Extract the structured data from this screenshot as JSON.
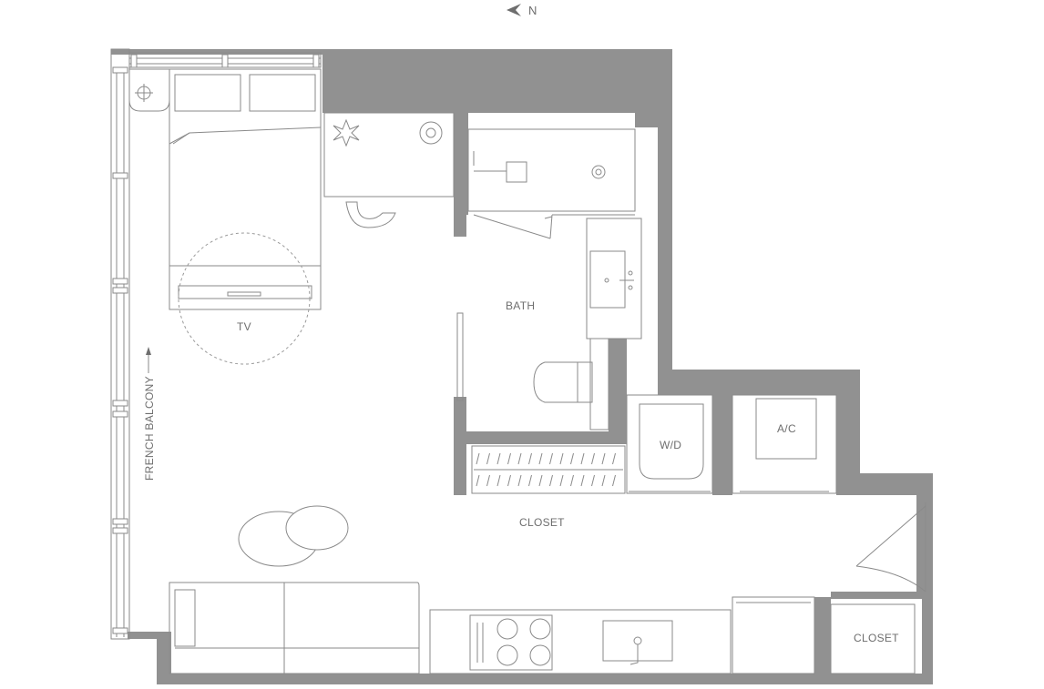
{
  "compass": {
    "label": "N",
    "icon": "north-arrow-icon"
  },
  "rooms": {
    "bath": "BATH",
    "tv": "TV",
    "french_balcony": "FRENCH BALCONY",
    "closet_main": "CLOSET",
    "closet_entry": "CLOSET",
    "washer_dryer": "W/D",
    "ac": "A/C"
  },
  "colors": {
    "wall": "#919191",
    "line": "#8a8a8a",
    "text": "#6e6e6e",
    "background": "#ffffff"
  }
}
